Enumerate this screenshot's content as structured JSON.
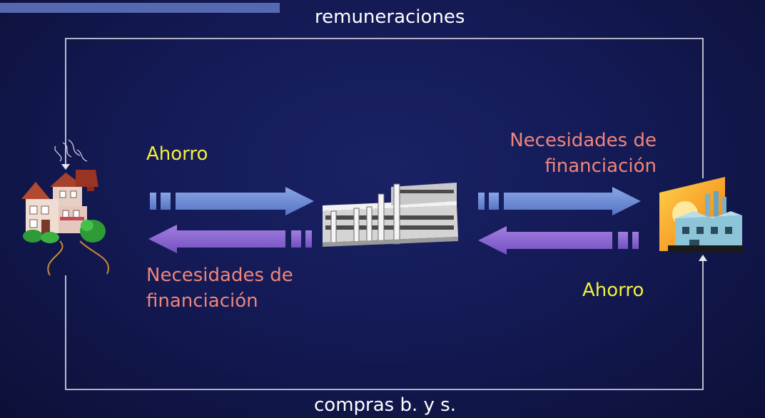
{
  "header": {
    "accent_bar_color": "#5668b0"
  },
  "loop": {
    "top_label": "remuneraciones",
    "bottom_label": "compras b. y s."
  },
  "left_flows": {
    "savings_label": "Ahorro",
    "needs_label_line1": "Necesidades de",
    "needs_label_line2": "financiación"
  },
  "right_flows": {
    "needs_label_line1": "Necesidades de",
    "needs_label_line2": "financiación",
    "savings_label": "Ahorro"
  },
  "colors": {
    "background": "#141a55",
    "label_white": "#ffffff",
    "label_yellow": "#f2f03a",
    "label_salmon": "#f0857a",
    "arrow_blue": "#6a87cf",
    "arrow_purple": "#8a62cf"
  },
  "icons": {
    "household": "house-icon",
    "intermediary": "bank-building-icon",
    "firm": "factory-icon"
  }
}
